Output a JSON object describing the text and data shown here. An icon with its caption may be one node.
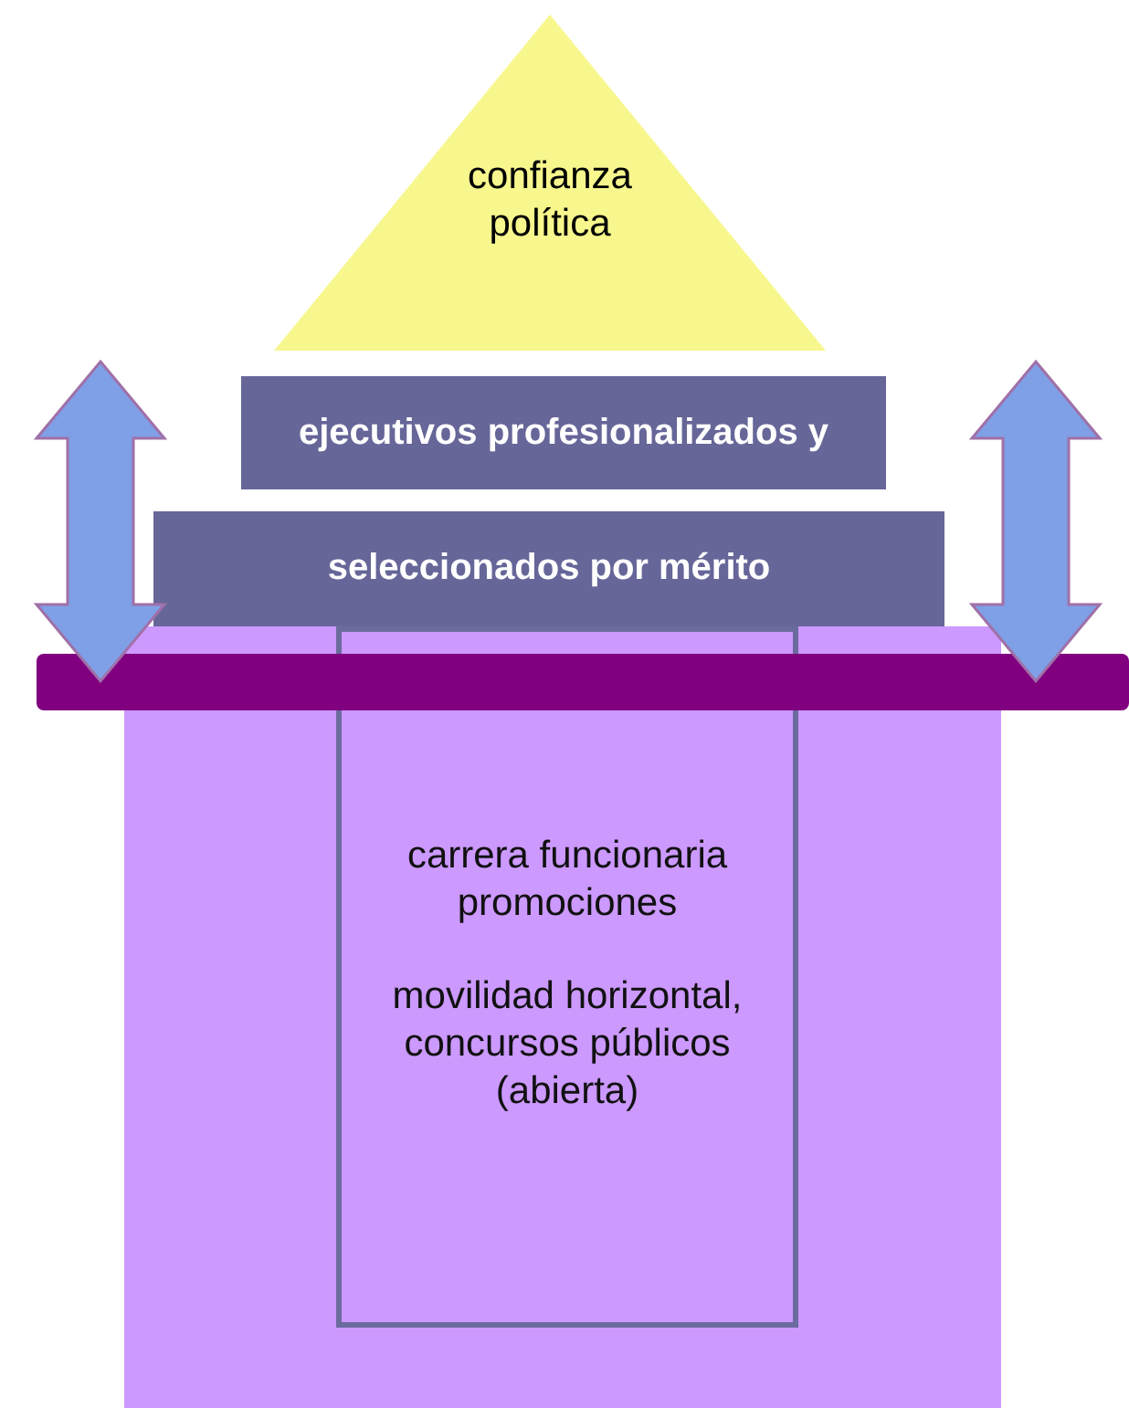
{
  "diagram": {
    "nodes": [
      {
        "text": [
          "confianza política"
        ]
      },
      {
        "text": [
          "ejecutivos profesionalizados y"
        ]
      },
      {
        "text": [
          "seleccionados por mérito"
        ]
      },
      {
        "text": [],
        "shape": "box"
      },
      {
        "text": [
          "carrera funcionaria promociones",
          "movilidad horizontal, concursos públicos (abierta)"
        ],
        "in": 3
      },
      {
        "text": [],
        "shape": "bar"
      }
    ]
  }
}
